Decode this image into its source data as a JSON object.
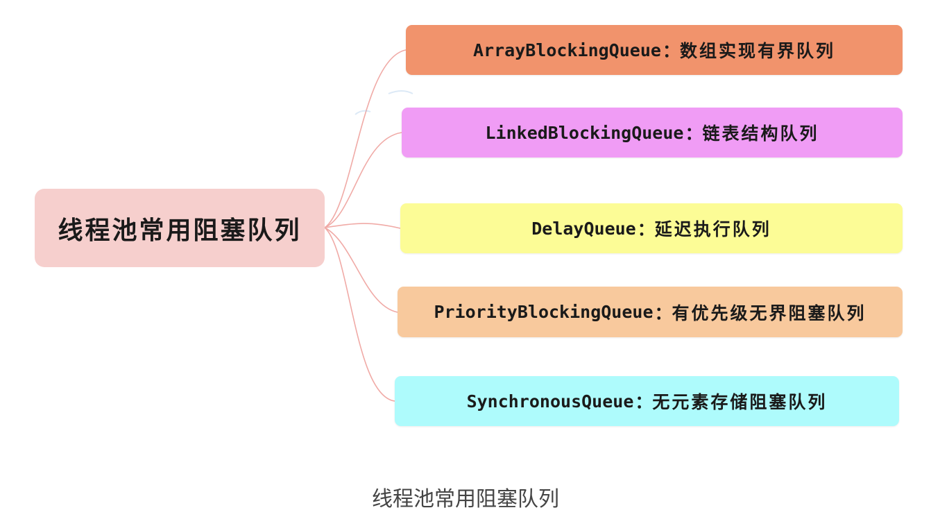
{
  "colors": {
    "connector": "#f0aaa6",
    "root_fill": "#f6cfcd",
    "caption_text": "#444444"
  },
  "diagram": {
    "root": {
      "label": "线程池常用阻塞队列",
      "color": "#f6cfcd"
    },
    "branches": [
      {
        "name": "ArrayBlockingQueue",
        "separator": "：",
        "description": "数组实现有界队列",
        "color": "#f1936c"
      },
      {
        "name": "LinkedBlockingQueue",
        "separator": "：",
        "description": "链表结构队列",
        "color": "#f09cf5"
      },
      {
        "name": "DelayQueue",
        "separator": "：",
        "description": "延迟执行队列",
        "color": "#fcfc96"
      },
      {
        "name": "PriorityBlockingQueue",
        "separator": "：",
        "description": "有优先级无界阻塞队列",
        "color": "#f8c99d"
      },
      {
        "name": "SynchronousQueue",
        "separator": "：",
        "description": "无元素存储阻塞队列",
        "color": "#aefbfc"
      }
    ]
  },
  "caption": "线程池常用阻塞队列"
}
